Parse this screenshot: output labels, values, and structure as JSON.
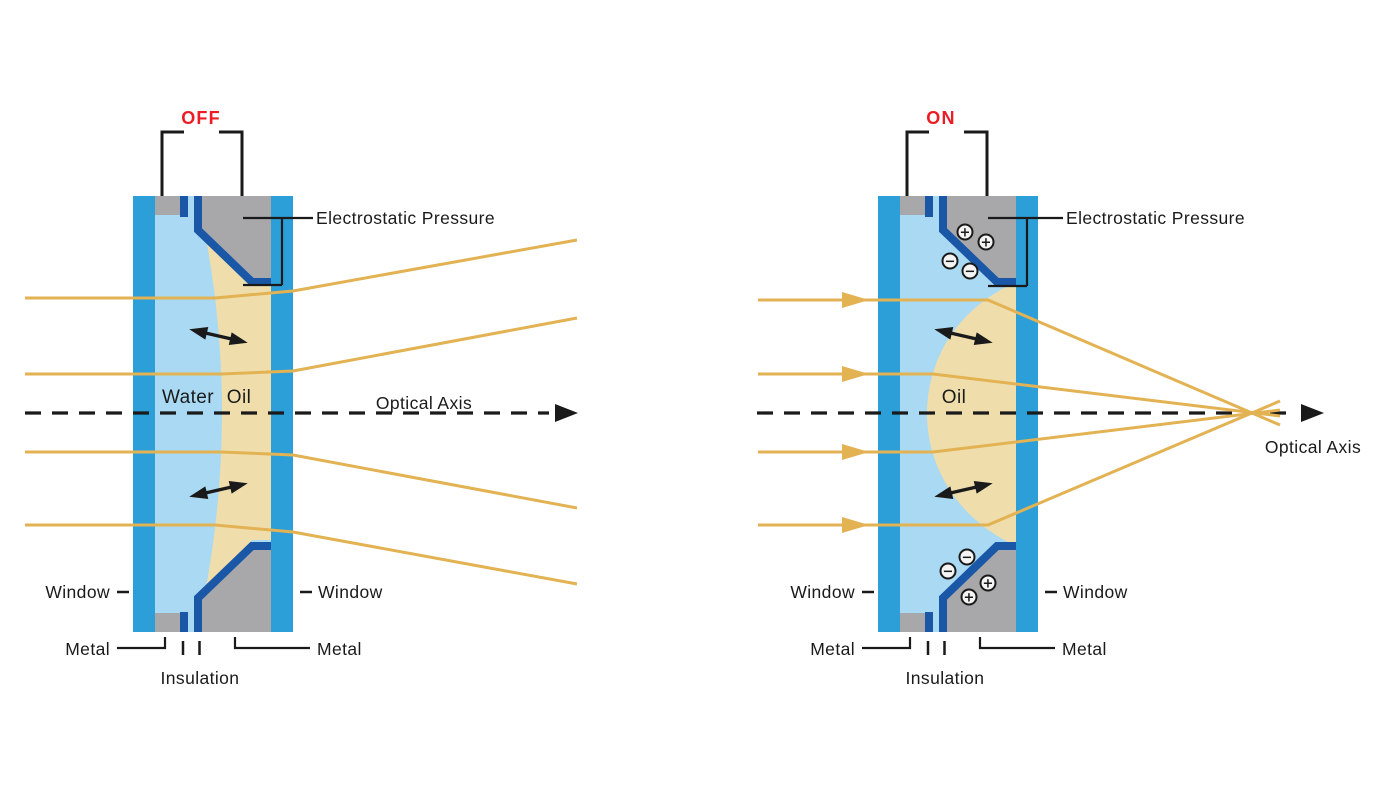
{
  "colors": {
    "window_blue": "#2C9FD9",
    "water_blue": "#A9D9F3",
    "oil_tan": "#EFDEAC",
    "insulation_blue": "#1A57A6",
    "metal_gray": "#A8A8AA",
    "ray_yellow": "#E2B253",
    "line_black": "#1A1A1A",
    "state_red": "#EC1C24"
  },
  "off": {
    "state": "OFF",
    "electrostatic_pressure": "Electrostatic Pressure",
    "water": "Water",
    "oil": "Oil",
    "optical_axis": "Optical Axis",
    "window_left": "Window",
    "window_right": "Window",
    "metal_left": "Metal",
    "metal_right": "Metal",
    "insulation": "Insulation"
  },
  "on": {
    "state": "ON",
    "electrostatic_pressure": "Electrostatic Pressure",
    "oil": "Oil",
    "optical_axis": "Optical Axis",
    "window_left": "Window",
    "window_right": "Window",
    "metal_left": "Metal",
    "metal_right": "Metal",
    "insulation": "Insulation",
    "plus": "+",
    "minus": "−"
  }
}
